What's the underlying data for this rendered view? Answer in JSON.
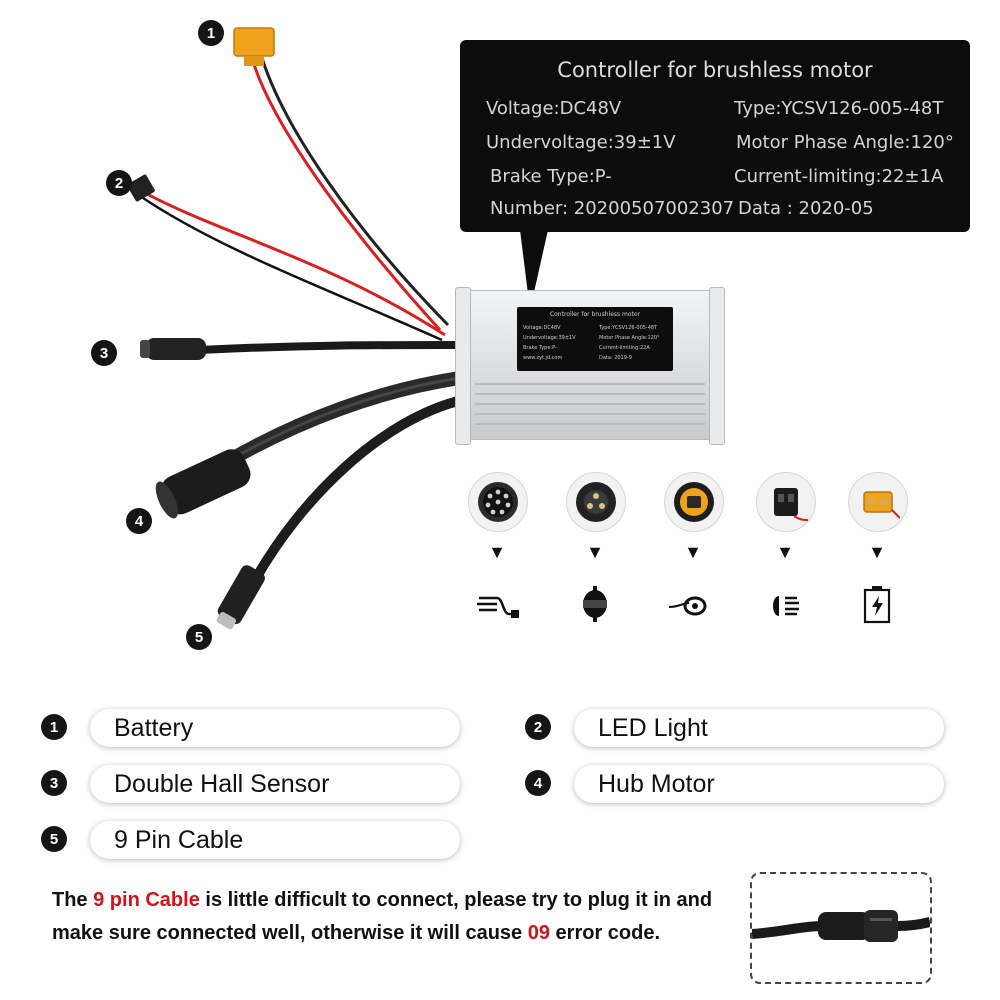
{
  "callout": {
    "title": "Controller for brushless motor",
    "voltage": "Voltage:DC48V",
    "undervoltage": "Undervoltage:39±1V",
    "brake_type": "Brake Type:P-",
    "number": "Number: 20200507002307",
    "type": "Type:YCSV126-005-48T",
    "motor_phase_angle": "Motor Phase Angle:120°",
    "current_limiting": "Current-limiting:22±1A",
    "data": "Data : 2020-05"
  },
  "sticker": {
    "title": "Controller for brushless motor",
    "left": [
      "Voltage:DC48V",
      "Undervoltage:39±1V",
      "Brake Type:P-",
      "www.zyt.jd.com"
    ],
    "right": [
      "Type:YCSV126-005-48T",
      "Motor Phase Angle:120°",
      "Current-limiting:22A",
      "Data: 2019-9"
    ]
  },
  "badges": [
    "1",
    "2",
    "3",
    "4",
    "5"
  ],
  "connectors": [
    {
      "icon": "nine-pin-connector-icon",
      "target_icon": "cable-icon"
    },
    {
      "icon": "motor-connector-icon",
      "target_icon": "hub-motor-icon"
    },
    {
      "icon": "hall-sensor-connector-icon",
      "target_icon": "hall-sensor-icon"
    },
    {
      "icon": "led-connector-icon",
      "target_icon": "headlight-icon"
    },
    {
      "icon": "xt60-connector-icon",
      "target_icon": "battery-icon"
    }
  ],
  "legend": [
    {
      "num": "1",
      "label": "Battery"
    },
    {
      "num": "2",
      "label": "LED Light"
    },
    {
      "num": "3",
      "label": "Double Hall Sensor"
    },
    {
      "num": "4",
      "label": "Hub Motor"
    },
    {
      "num": "5",
      "label": "9 Pin Cable"
    }
  ],
  "note": {
    "p1": "The ",
    "p2": "9 pin Cable",
    "p3": " is little difficult to connect,  please try to plug it in and make sure connected well, otherwise it will cause ",
    "p4": "09",
    "p5": " error code."
  },
  "colors": {
    "accent_red": "#d0141a",
    "label_dark": "#0c0c0c",
    "connector_yellow": "#f0a21c",
    "wire_red": "#d91f1f"
  }
}
